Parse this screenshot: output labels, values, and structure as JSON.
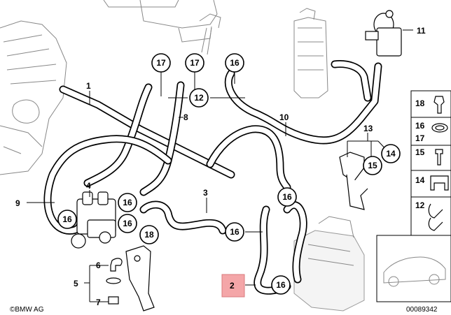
{
  "diagram": {
    "callouts": {
      "c17a": "17",
      "c17b": "17",
      "c16top": "16",
      "c12": "12",
      "c16v1": "16",
      "c16v2": "16",
      "c16left": "16",
      "c16right": "16",
      "c16mid": "16",
      "c16low": "16",
      "c18": "18",
      "c15": "15",
      "c14": "14"
    },
    "labels": {
      "l1": "1",
      "l2": "2",
      "l3": "3",
      "l4": "4",
      "l5": "5",
      "l6": "6",
      "l7": "7",
      "l8": "8",
      "l9": "9",
      "l10": "10",
      "l11": "11",
      "l13": "13"
    },
    "legend": [
      {
        "label": "18"
      },
      {
        "label": "16\n17"
      },
      {
        "label": "15"
      },
      {
        "label": "14"
      },
      {
        "label": "12"
      }
    ],
    "legend_16": "16",
    "legend_17": "17",
    "brand": "©BMW AG",
    "diagram_id": "00089342",
    "highlight_color": "#f4a6a8"
  }
}
